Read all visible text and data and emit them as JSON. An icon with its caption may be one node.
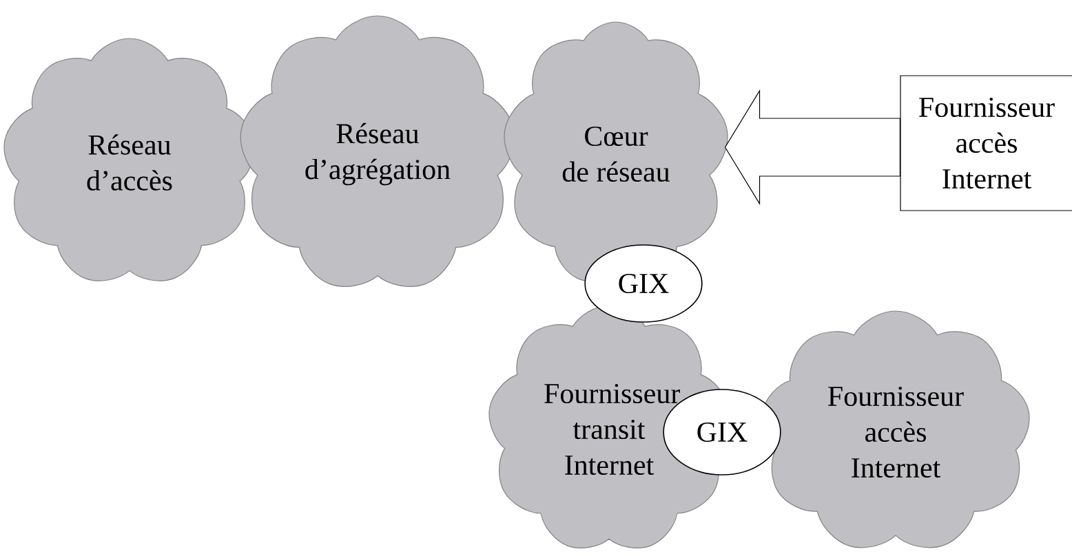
{
  "diagram": {
    "nodes": [
      {
        "text": [
          "Réseau d’accès"
        ]
      },
      {
        "text": [
          "Réseau d’agrégation"
        ]
      },
      {
        "text": [
          "Cœur de réseau"
        ]
      },
      {
        "text": [
          "Fournisseur accès Internet"
        ]
      },
      {
        "text": [
          "GIX"
        ]
      },
      {
        "text": [
          "Fournisseur transit Internet"
        ]
      },
      {
        "text": [
          "GIX"
        ]
      },
      {
        "text": [
          "Fournisseur accès Internet"
        ]
      }
    ],
    "edges": [
      {
        "from": 3,
        "to": 2,
        "arrow": "to"
      }
    ]
  }
}
